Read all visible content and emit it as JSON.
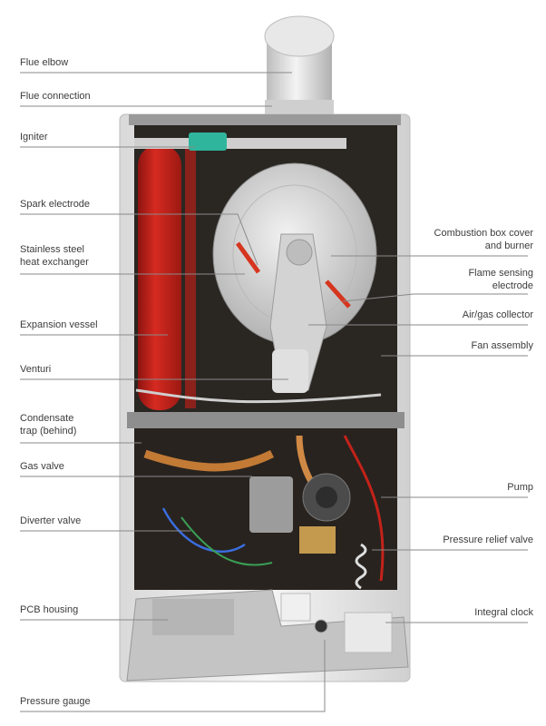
{
  "labels": {
    "left": [
      {
        "id": "flue-elbow",
        "lines": [
          "Flue elbow"
        ]
      },
      {
        "id": "flue-connection",
        "lines": [
          "Flue connection"
        ]
      },
      {
        "id": "igniter",
        "lines": [
          "Igniter"
        ]
      },
      {
        "id": "spark-electrode",
        "lines": [
          "Spark electrode"
        ]
      },
      {
        "id": "stainless-steel-heat-exchanger",
        "lines": [
          "Stainless steel",
          "heat exchanger"
        ]
      },
      {
        "id": "expansion-vessel",
        "lines": [
          "Expansion vessel"
        ]
      },
      {
        "id": "venturi",
        "lines": [
          "Venturi"
        ]
      },
      {
        "id": "condensate-trap",
        "lines": [
          "Condensate",
          "trap (behind)"
        ]
      },
      {
        "id": "gas-valve",
        "lines": [
          "Gas valve"
        ]
      },
      {
        "id": "diverter-valve",
        "lines": [
          "Diverter valve"
        ]
      },
      {
        "id": "pcb-housing",
        "lines": [
          "PCB housing"
        ]
      },
      {
        "id": "pressure-gauge",
        "lines": [
          "Pressure gauge"
        ]
      }
    ],
    "right": [
      {
        "id": "combustion-box-cover",
        "lines": [
          "Combustion box cover",
          "and burner"
        ]
      },
      {
        "id": "flame-sensing-electrode",
        "lines": [
          "Flame sensing",
          "electrode"
        ]
      },
      {
        "id": "air-gas-collector",
        "lines": [
          "Air/gas collector"
        ]
      },
      {
        "id": "fan-assembly",
        "lines": [
          "Fan assembly"
        ]
      },
      {
        "id": "pump",
        "lines": [
          "Pump"
        ]
      },
      {
        "id": "pressure-relief-valve",
        "lines": [
          "Pressure relief valve"
        ]
      },
      {
        "id": "integral-clock",
        "lines": [
          "Integral clock"
        ]
      }
    ]
  },
  "colors": {
    "leader": "#8a8a8a",
    "casing": "#eeeeee",
    "interior": "#2b2724",
    "expansion_vessel": "#c8231c",
    "igniter": "#2fb59b",
    "pcb": "#c6c6c6",
    "burner": "#cfcfcf"
  }
}
